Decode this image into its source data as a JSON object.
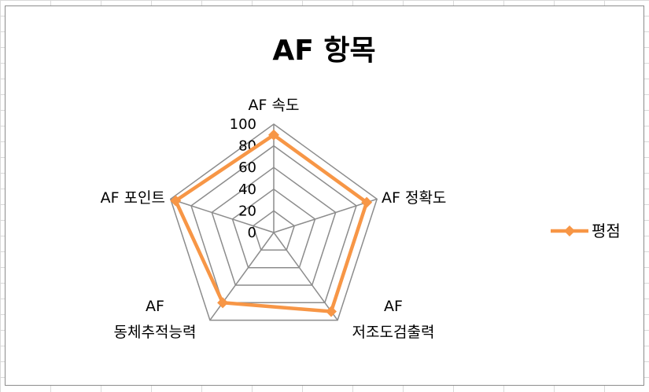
{
  "chart_data": {
    "type": "radar",
    "title": "AF 항목",
    "categories": [
      "AF 속도",
      "AF 정확도",
      "AF\n저조도검출력",
      "AF\n동체추적능력",
      "AF 포인트"
    ],
    "series": [
      {
        "name": "평점",
        "values": [
          90,
          90,
          90,
          80,
          95
        ],
        "color": "#f79646"
      }
    ],
    "r_axis": {
      "min": 0,
      "max": 100,
      "step": 20,
      "ticks": [
        "0",
        "20",
        "40",
        "60",
        "80",
        "100"
      ]
    },
    "grid": true,
    "legend": "right",
    "grid_color": "#8c8c8c"
  }
}
